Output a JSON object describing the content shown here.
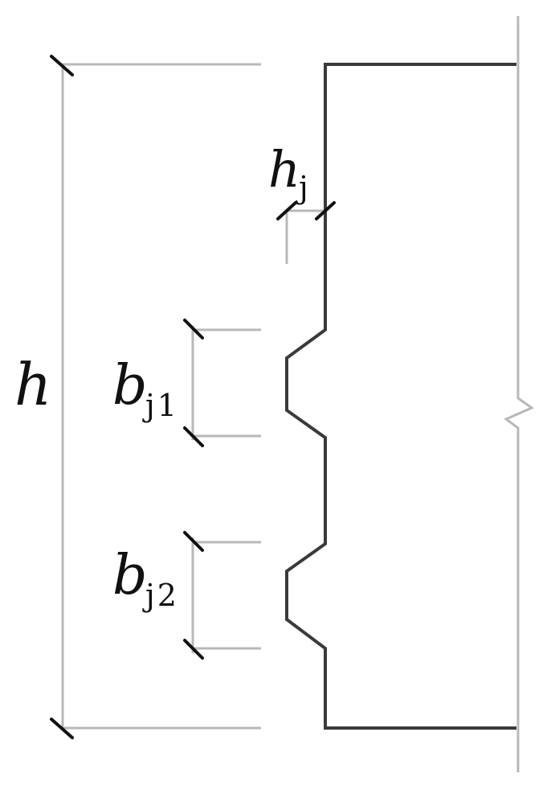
{
  "labels": {
    "h": "h",
    "hj_main": "h",
    "hj_sub": "j",
    "bj1_main": "b",
    "bj1_sub": "j1",
    "bj2_main": "b",
    "bj2_sub": "j2"
  },
  "colors": {
    "profile": "#3a3a3a",
    "dimension": "#b8b8b8",
    "tick": "#111111"
  }
}
